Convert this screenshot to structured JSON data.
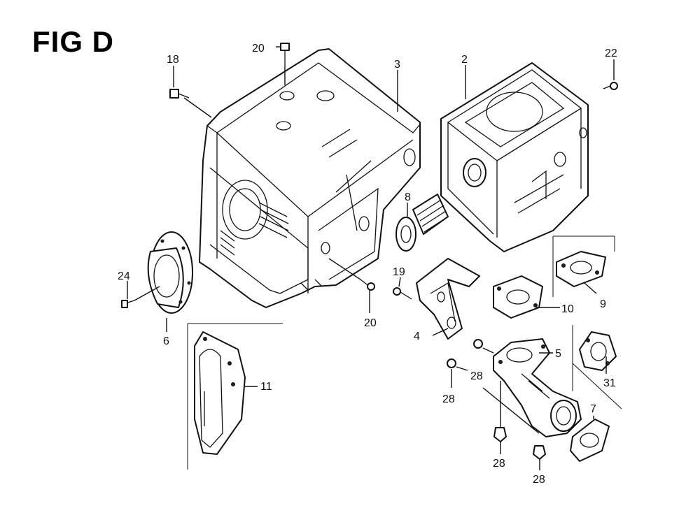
{
  "figure": {
    "title": "FIG D"
  },
  "callouts": [
    "18",
    "20",
    "3",
    "2",
    "22",
    "8",
    "24",
    "19",
    "20",
    "10",
    "9",
    "6",
    "4",
    "28",
    "5",
    "28",
    "31",
    "11",
    "7",
    "28",
    "28"
  ],
  "parts": [
    {
      "ref": "2",
      "kind": "muffler"
    },
    {
      "ref": "3",
      "kind": "muffler-protector"
    },
    {
      "ref": "4",
      "kind": "stay"
    },
    {
      "ref": "5",
      "kind": "exhaust-manifold"
    },
    {
      "ref": "6",
      "kind": "exhaust-deflector"
    },
    {
      "ref": "7",
      "kind": "gasket"
    },
    {
      "ref": "8",
      "kind": "spark-arrester"
    },
    {
      "ref": "9",
      "kind": "gasket"
    },
    {
      "ref": "10",
      "kind": "gasket"
    },
    {
      "ref": "11",
      "kind": "side-cover"
    },
    {
      "ref": "18",
      "kind": "bolt"
    },
    {
      "ref": "19",
      "kind": "bolt"
    },
    {
      "ref": "20",
      "kind": "screw"
    },
    {
      "ref": "22",
      "kind": "screw"
    },
    {
      "ref": "24",
      "kind": "screw"
    },
    {
      "ref": "28",
      "kind": "nut"
    },
    {
      "ref": "31",
      "kind": "gasket"
    }
  ]
}
